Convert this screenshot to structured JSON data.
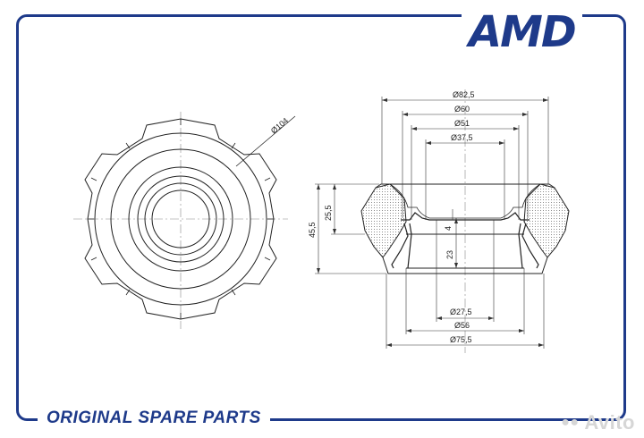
{
  "brand": {
    "logo_text": "AMD",
    "footer_text": "ORIGINAL SPARE PARTS",
    "accent_color": "#1e3a8a"
  },
  "watermark": {
    "text": "Avito",
    "icon": "avito-dots-icon"
  },
  "front_view": {
    "diameter_label": "Ø104"
  },
  "section_view": {
    "top_dims": [
      "Ø82,5",
      "Ø60",
      "Ø51",
      "Ø37,5"
    ],
    "bottom_dims": [
      "Ø27,5",
      "Ø56",
      "Ø75,5"
    ],
    "height_total": "45,5",
    "height_upper": "25,5",
    "height_lower": "23",
    "gap": "4"
  }
}
